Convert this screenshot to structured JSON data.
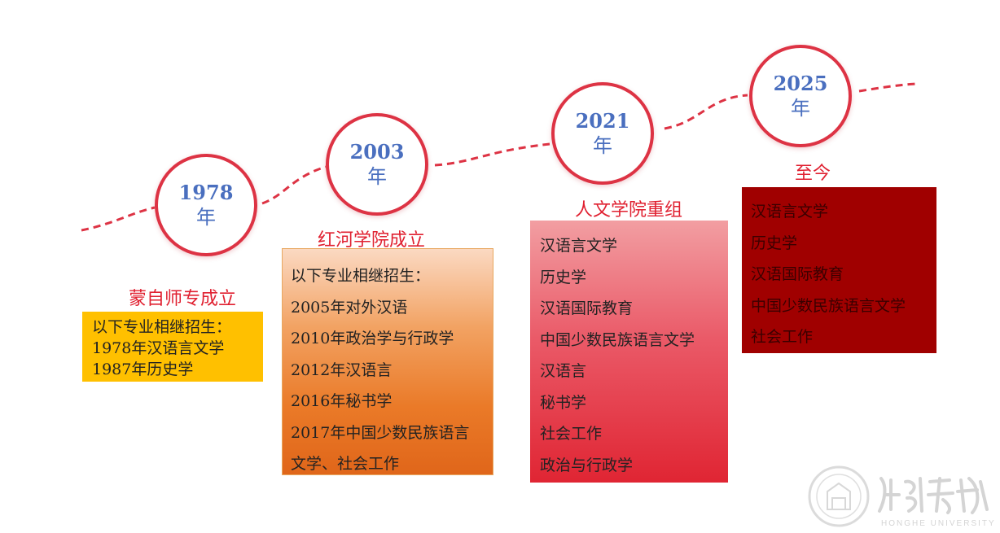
{
  "milestones": [
    {
      "year": "1978",
      "unit": "年",
      "heading": "蒙自师专成立",
      "items": [
        "以下专业相继招生：",
        "1978年汉语言文学",
        "1987年历史学"
      ]
    },
    {
      "year": "2003",
      "unit": "年",
      "heading": "红河学院成立",
      "items": [
        "以下专业相继招生：",
        "2005年对外汉语",
        "2010年政治学与行政学",
        "2012年汉语言",
        "2016年秘书学",
        "2017年中国少数民族语言",
        "文学、社会工作"
      ]
    },
    {
      "year": "2021",
      "unit": "年",
      "heading": "人文学院重组",
      "items": [
        "汉语言文学",
        "历史学",
        "汉语国际教育",
        "中国少数民族语言文学",
        "汉语言",
        "秘书学",
        "社会工作",
        "政治与行政学"
      ]
    },
    {
      "year": "2025",
      "unit": "年",
      "heading": "至今",
      "items": [
        "汉语言文学",
        "历史学",
        "汉语国际教育",
        "中国少数民族语言文学",
        "社会工作"
      ]
    }
  ],
  "colors": {
    "curve": "#dd3344",
    "year_text": "#4a6fbf",
    "heading": "#e02030",
    "box1": "#ffc000",
    "box2": "#ea7a28",
    "box3": "#e02533",
    "box4": "#a00000"
  },
  "watermark": {
    "text": "红河学院",
    "subtext": "HONGHE UNIVERSITY"
  }
}
